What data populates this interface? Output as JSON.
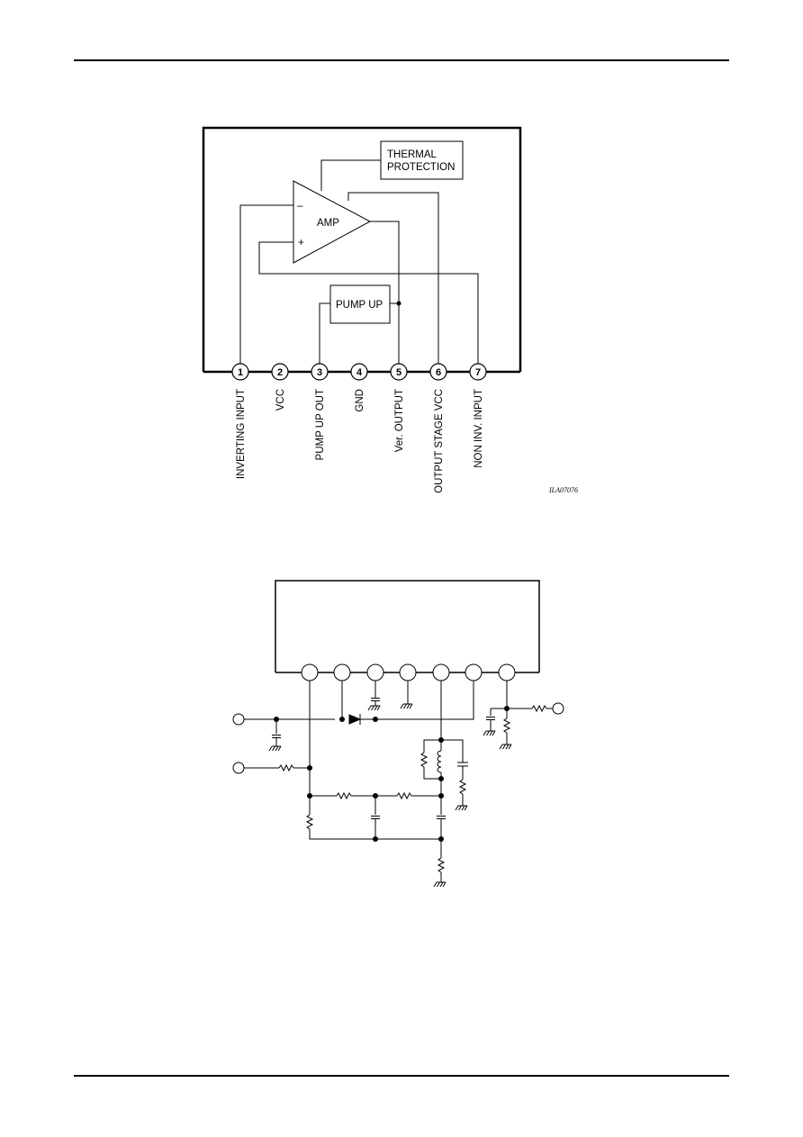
{
  "block_diagram": {
    "thermal_label_line1": "THERMAL",
    "thermal_label_line2": "PROTECTION",
    "amp_label": "AMP",
    "amp_minus": "–",
    "amp_plus": "+",
    "pump_label": "PUMP UP",
    "pins": [
      {
        "num": "1",
        "label": "INVERTING INPUT"
      },
      {
        "num": "2",
        "label": "VCC"
      },
      {
        "num": "3",
        "label": "PUMP UP OUT"
      },
      {
        "num": "4",
        "label": "GND"
      },
      {
        "num": "5",
        "label": "Ver. OUTPUT"
      },
      {
        "num": "6",
        "label": "OUTPUT STAGE VCC"
      },
      {
        "num": "7",
        "label": "NON INV. INPUT"
      }
    ],
    "figure_ref": "ILA07076"
  },
  "colors": {
    "ink": "#000000",
    "paper": "#ffffff"
  }
}
